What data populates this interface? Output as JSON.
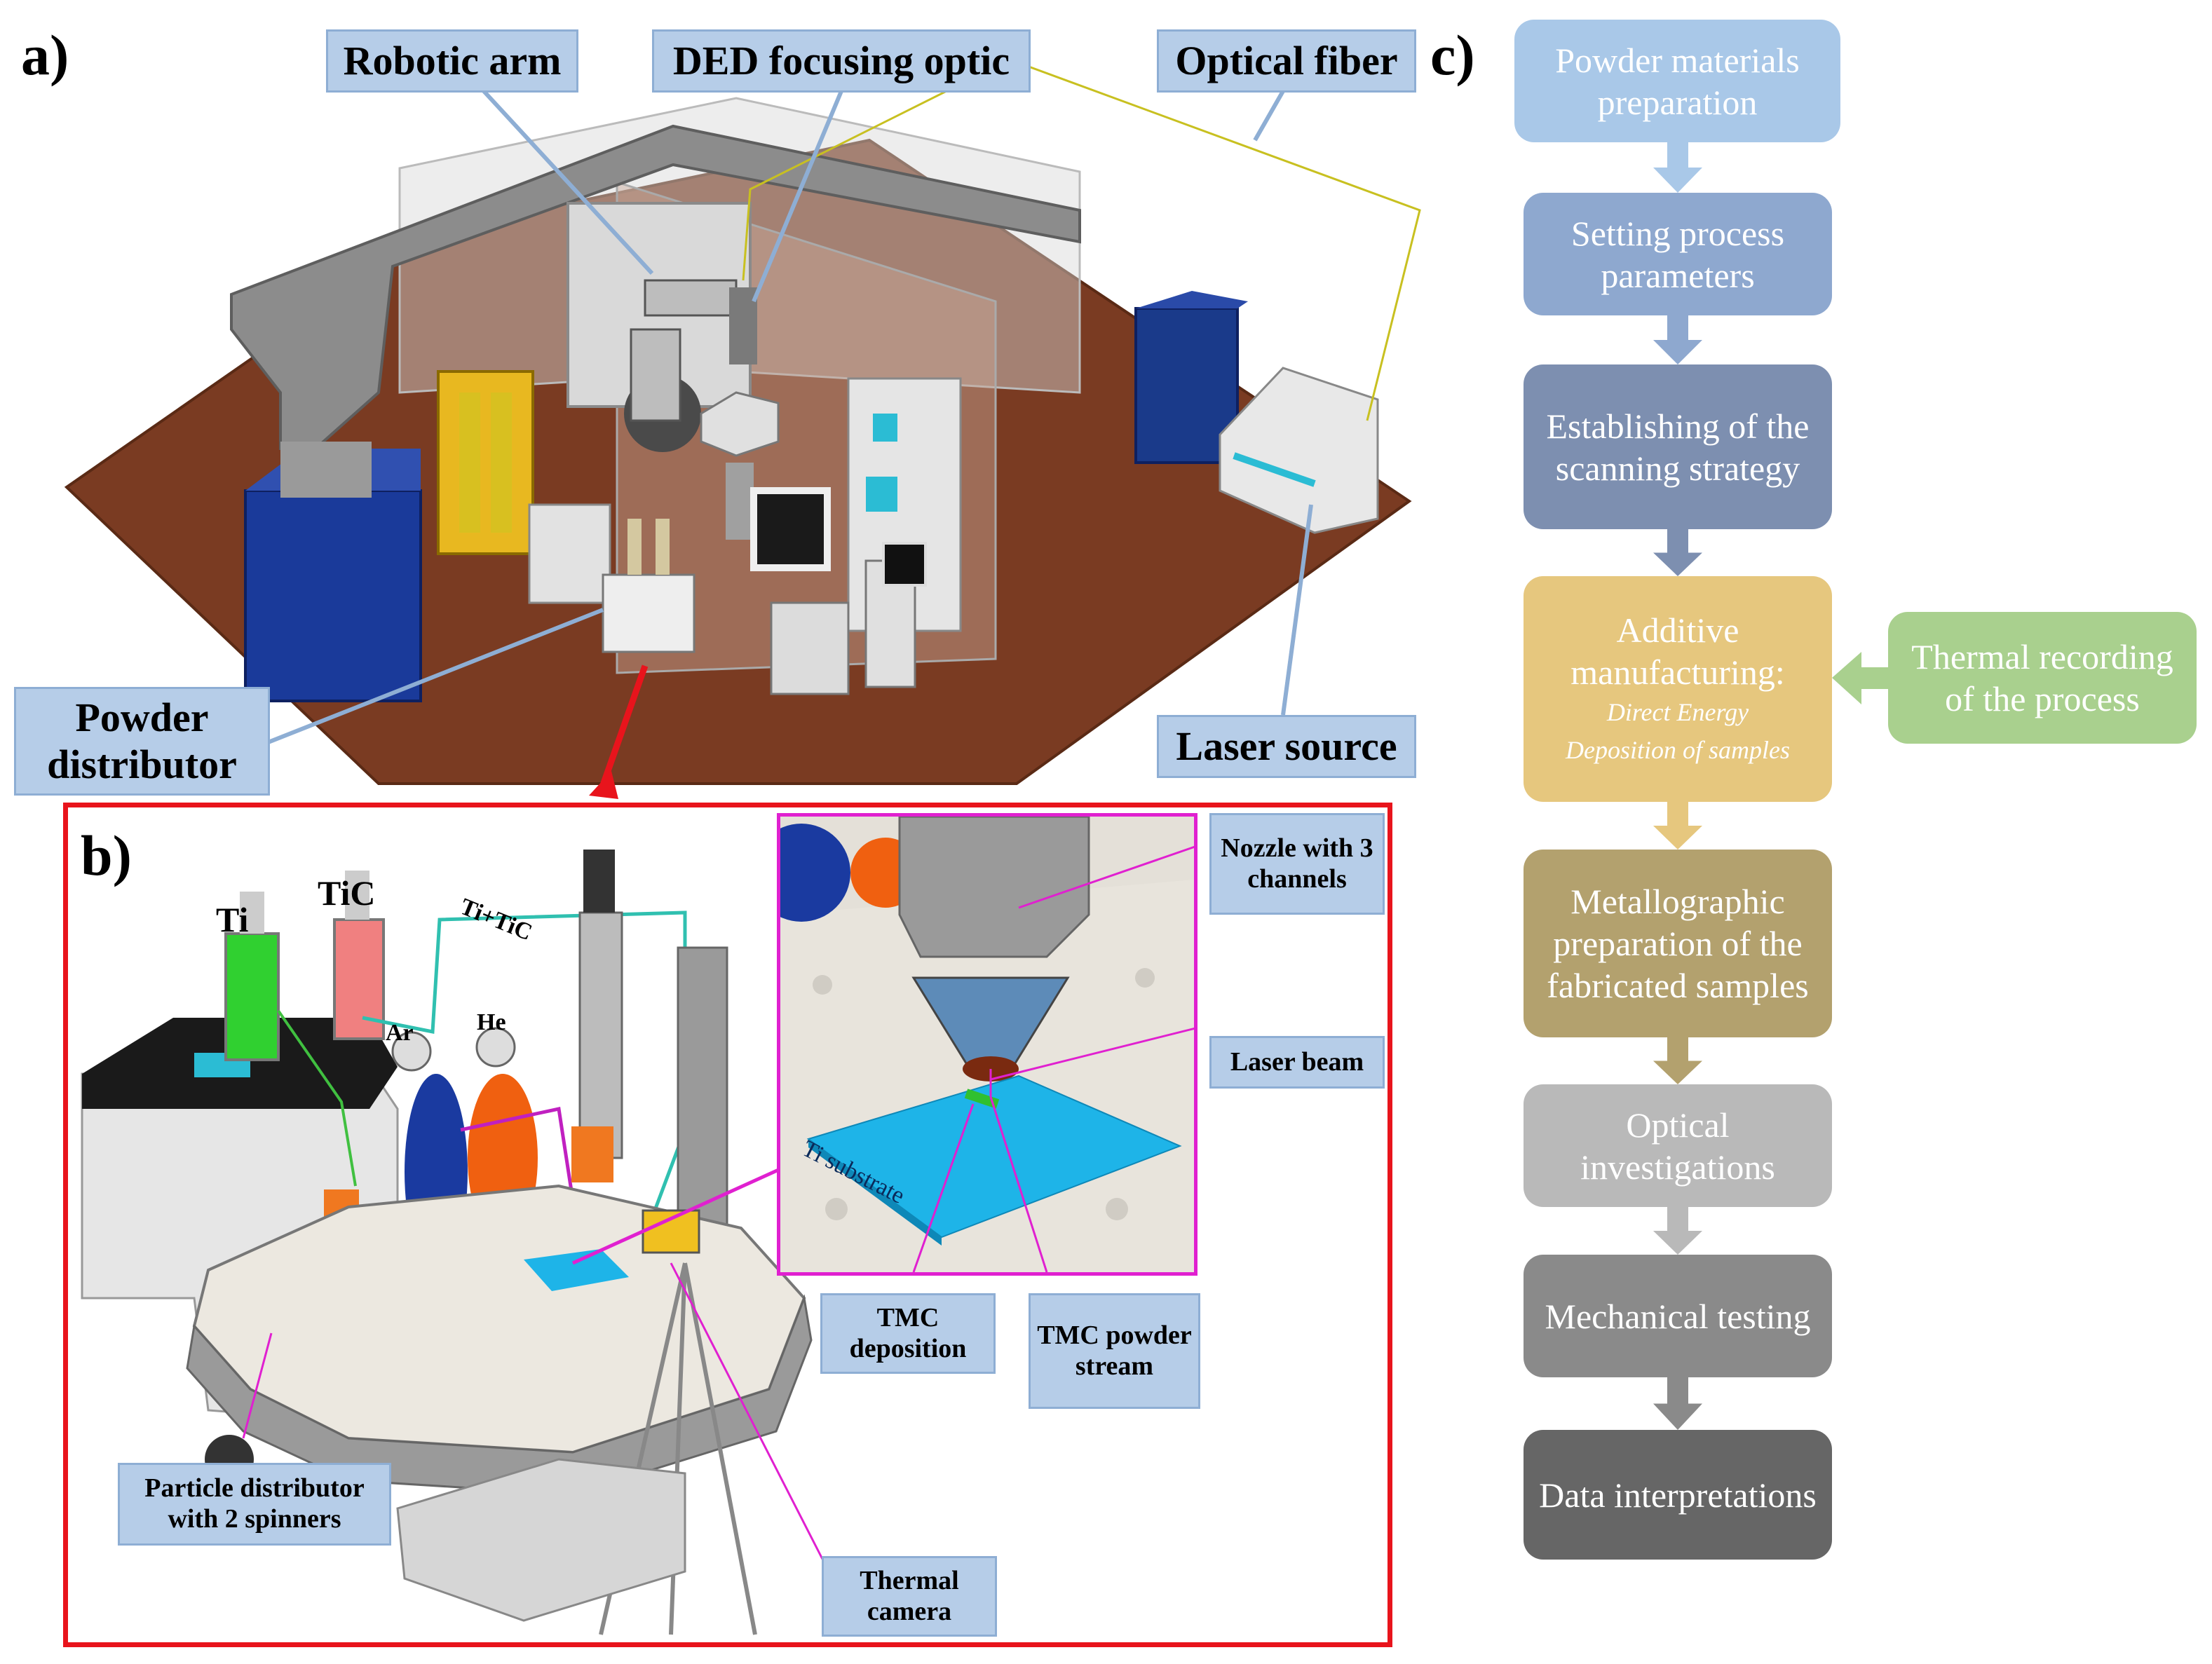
{
  "panels": {
    "a": "a)",
    "b": "b)",
    "c": "c)"
  },
  "panel_a_callouts": {
    "robotic_arm": "Robotic arm",
    "ded_focusing_optic": "DED focusing optic",
    "optical_fiber": "Optical fiber",
    "powder_distributor": "Powder distributor",
    "laser_source": "Laser source"
  },
  "panel_b_labels": {
    "ti": "Ti",
    "tic": "TiC",
    "ti_tic": "Ti+TiC",
    "ar": "Ar",
    "he": "He",
    "ti_substrate": "Ti substrate"
  },
  "panel_b_callouts": {
    "nozzle": "Nozzle with 3 channels",
    "laser_beam": "Laser beam",
    "tmc_deposition": "TMC deposition",
    "tmc_powder_stream": "TMC powder stream",
    "particle_distributor": "Particle distributor with 2 spinners",
    "thermal_camera": "Thermal camera"
  },
  "flowchart": {
    "steps": [
      {
        "label": "Powder materials preparation",
        "color": "#a9c8e8"
      },
      {
        "label": "Setting process parameters",
        "color": "#8ea8cf"
      },
      {
        "label": "Establishing of the scanning strategy",
        "color": "#7d8fb0"
      },
      {
        "label": "Additive manufacturing:",
        "sub1": "Direct Energy",
        "sub2": "Deposition of samples",
        "color": "#e6c77e"
      },
      {
        "label": "Metallographic preparation of the fabricated samples",
        "color": "#b3a16e"
      },
      {
        "label": "Optical investigations",
        "color": "#b9b9b9"
      },
      {
        "label": "Mechanical testing",
        "color": "#8a8a8a"
      },
      {
        "label": "Data interpretations",
        "color": "#666666"
      }
    ],
    "side_box": {
      "label": "Thermal recording of the process",
      "color": "#a9d08e"
    }
  },
  "colors": {
    "callout_fill": "#b6cde8",
    "floor": "#7a3b22",
    "inset_border_red": "#e8141c",
    "inset_border_magenta": "#e020d0",
    "substrate": "#1eb4e8"
  }
}
